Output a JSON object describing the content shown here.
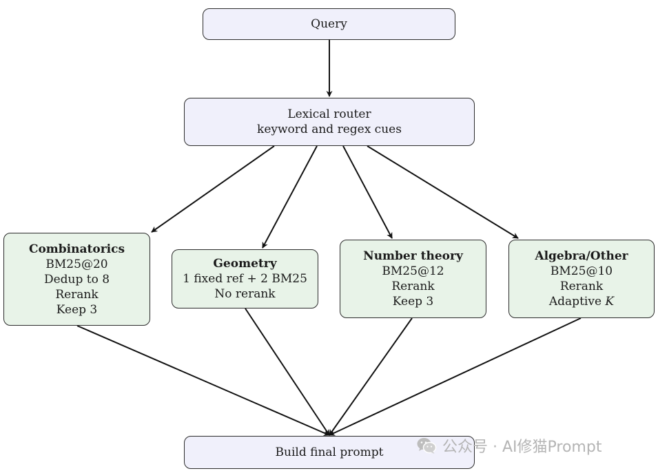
{
  "nodes": {
    "query": {
      "label": "Query"
    },
    "router": {
      "line1": "Lexical router",
      "line2": "keyword and regex cues"
    },
    "combinatorics": {
      "title": "Combinatorics",
      "lines": [
        "BM25@20",
        "Dedup to 8",
        "Rerank",
        "Keep 3"
      ]
    },
    "geometry": {
      "title": "Geometry",
      "lines": [
        "1 fixed ref + 2 BM25",
        "No rerank"
      ]
    },
    "number_theory": {
      "title": "Number theory",
      "lines": [
        "BM25@12",
        "Rerank",
        "Keep 3"
      ]
    },
    "algebra_other": {
      "title": "Algebra/Other",
      "lines": [
        "BM25@10",
        "Rerank"
      ],
      "last_prefix": "Adaptive ",
      "last_var": "K"
    },
    "build": {
      "label": "Build final prompt"
    }
  },
  "watermark": {
    "text": "公众号 · AI修猫Prompt",
    "icon": "wechat-icon"
  },
  "colors": {
    "lavender_fill": "#f0f0fb",
    "mint_fill": "#e8f3e8",
    "stroke": "#2a2a2a",
    "watermark": "#b4b4b4"
  }
}
